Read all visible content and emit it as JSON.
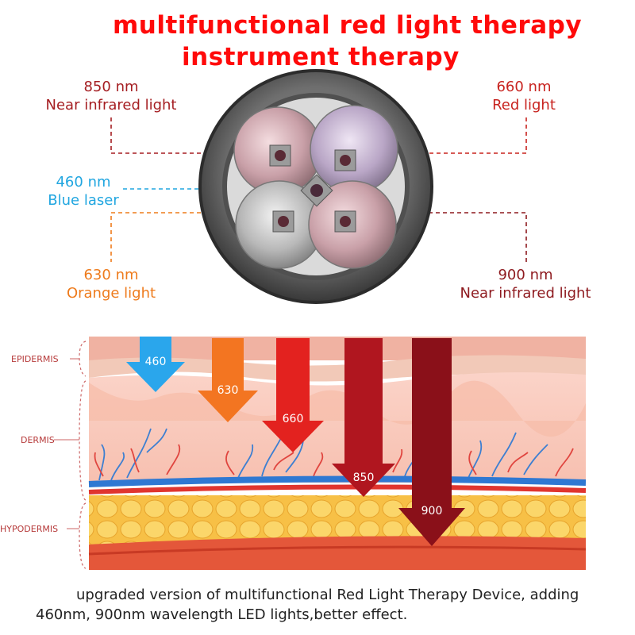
{
  "title": {
    "line1": "multifunctional red light therapy",
    "line2": "instrument therapy"
  },
  "wavelength_labels": [
    {
      "id": "850",
      "nm": "850 nm",
      "name": "Near infrared light",
      "color": "#a51e22"
    },
    {
      "id": "660",
      "nm": "660 nm",
      "name": "Red light",
      "color": "#c8231f"
    },
    {
      "id": "460",
      "nm": "460 nm",
      "name": "Blue laser",
      "color": "#21a6e0"
    },
    {
      "id": "630",
      "nm": "630 nm",
      "name": "Orange light",
      "color": "#ee7b1c"
    },
    {
      "id": "900",
      "nm": "900 nm",
      "name": "Near infrared light",
      "color": "#8e1a1f"
    }
  ],
  "skin_layers": {
    "epidermis": "EPIDERMIS",
    "dermis": "DERMIS",
    "hypodermis": "HYPODERMIS"
  },
  "penetration_arrows": [
    {
      "label": "460",
      "color": "#2aa6ec"
    },
    {
      "label": "630",
      "color": "#f37521"
    },
    {
      "label": "660",
      "color": "#e3221f"
    },
    {
      "label": "850",
      "color": "#b0161f"
    },
    {
      "label": "900",
      "color": "#8a1019"
    }
  ],
  "caption": {
    "line1": "upgraded version of multifunctional Red Light Therapy Device, adding",
    "line2": "460nm, 900nm wavelength LED lights,better effect."
  }
}
